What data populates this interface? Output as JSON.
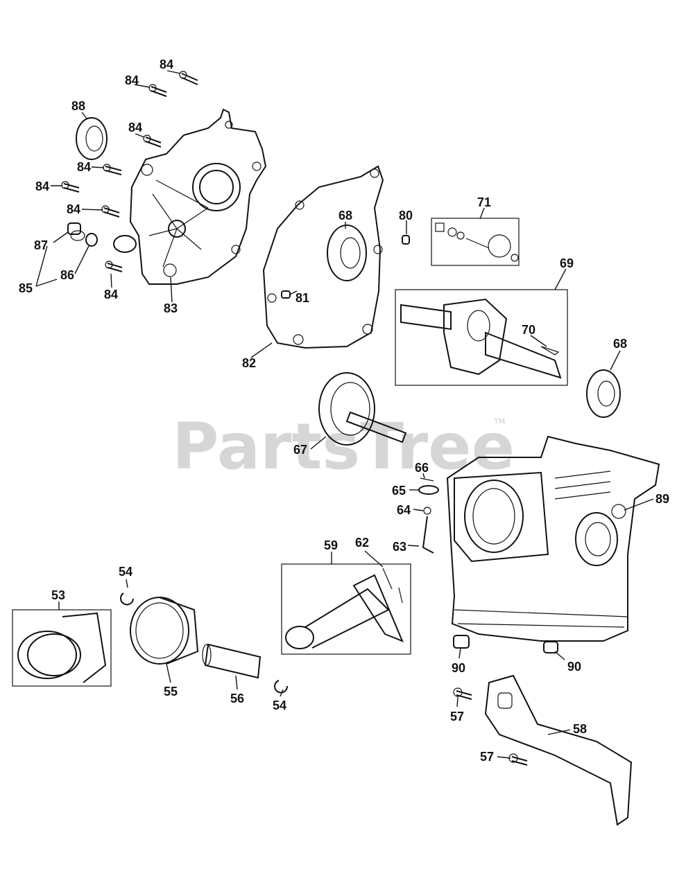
{
  "watermark": {
    "brand": "PartsTree",
    "trademark": "TM"
  },
  "callouts": [
    {
      "id": "c84a",
      "text": "84"
    },
    {
      "id": "c84b",
      "text": "84"
    },
    {
      "id": "c88",
      "text": "88"
    },
    {
      "id": "c84c",
      "text": "84"
    },
    {
      "id": "c84d",
      "text": "84"
    },
    {
      "id": "c84e",
      "text": "84"
    },
    {
      "id": "c84f",
      "text": "84"
    },
    {
      "id": "c87",
      "text": "87"
    },
    {
      "id": "c86",
      "text": "86"
    },
    {
      "id": "c85",
      "text": "85"
    },
    {
      "id": "c84g",
      "text": "84"
    },
    {
      "id": "c83",
      "text": "83"
    },
    {
      "id": "c68a",
      "text": "68"
    },
    {
      "id": "c80",
      "text": "80"
    },
    {
      "id": "c71",
      "text": "71"
    },
    {
      "id": "c69",
      "text": "69"
    },
    {
      "id": "c81",
      "text": "81"
    },
    {
      "id": "c82",
      "text": "82"
    },
    {
      "id": "c70",
      "text": "70"
    },
    {
      "id": "c68b",
      "text": "68"
    },
    {
      "id": "c67",
      "text": "67"
    },
    {
      "id": "c66",
      "text": "66"
    },
    {
      "id": "c65",
      "text": "65"
    },
    {
      "id": "c64",
      "text": "64"
    },
    {
      "id": "c89",
      "text": "89"
    },
    {
      "id": "c63",
      "text": "63"
    },
    {
      "id": "c59",
      "text": "59"
    },
    {
      "id": "c62",
      "text": "62"
    },
    {
      "id": "c54a",
      "text": "54"
    },
    {
      "id": "c53",
      "text": "53"
    },
    {
      "id": "c55",
      "text": "55"
    },
    {
      "id": "c56",
      "text": "56"
    },
    {
      "id": "c54b",
      "text": "54"
    },
    {
      "id": "c90a",
      "text": "90"
    },
    {
      "id": "c90b",
      "text": "90"
    },
    {
      "id": "c57a",
      "text": "57"
    },
    {
      "id": "c58",
      "text": "58"
    },
    {
      "id": "c57b",
      "text": "57"
    }
  ]
}
